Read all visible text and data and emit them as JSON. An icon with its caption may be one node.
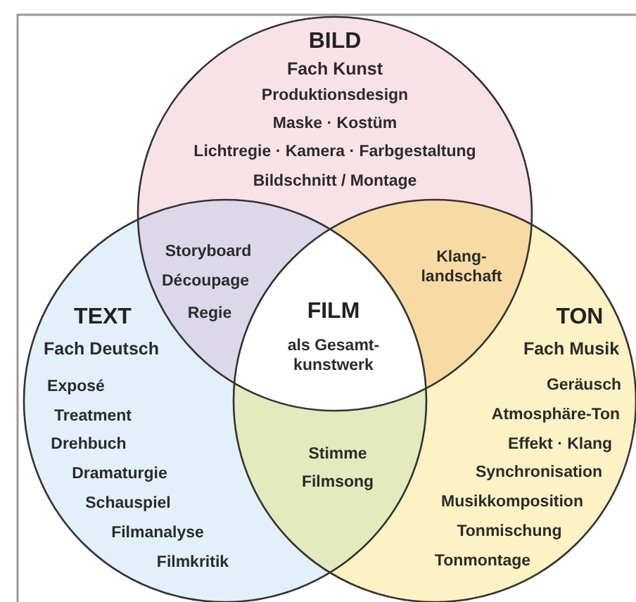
{
  "diagram": {
    "nodes": [
      {
        "text": [
          "BILD",
          "Fach Kunst",
          "Produktionsdesign",
          "Maske · Kostüm",
          "Lichtregie · Kamera · Farbgestaltung",
          "Bildschnitt / Montage"
        ]
      },
      {
        "text": [
          "TEXT",
          "Fach Deutsch",
          "Exposé",
          "Treatment",
          "Drehbuch",
          "Dramaturgie",
          "Schauspiel",
          "Filmanalyse",
          "Filmkritik"
        ]
      },
      {
        "text": [
          "TON",
          "Fach Musik",
          "Geräusch",
          "Atmosphäre-Ton",
          "Effekt · Klang",
          "Synchronisation",
          "Musikkomposition",
          "Tonmischung",
          "Tonmontage"
        ]
      },
      {
        "text": [
          "Storyboard",
          "Découpage",
          "Regie"
        ]
      },
      {
        "text": [
          "Klang- landschaft"
        ]
      },
      {
        "text": [
          "Stimme",
          "Filmsong"
        ]
      },
      {
        "text": [
          "FILM",
          "als Gesamt- kunstwerk"
        ]
      }
    ],
    "edges": []
  }
}
